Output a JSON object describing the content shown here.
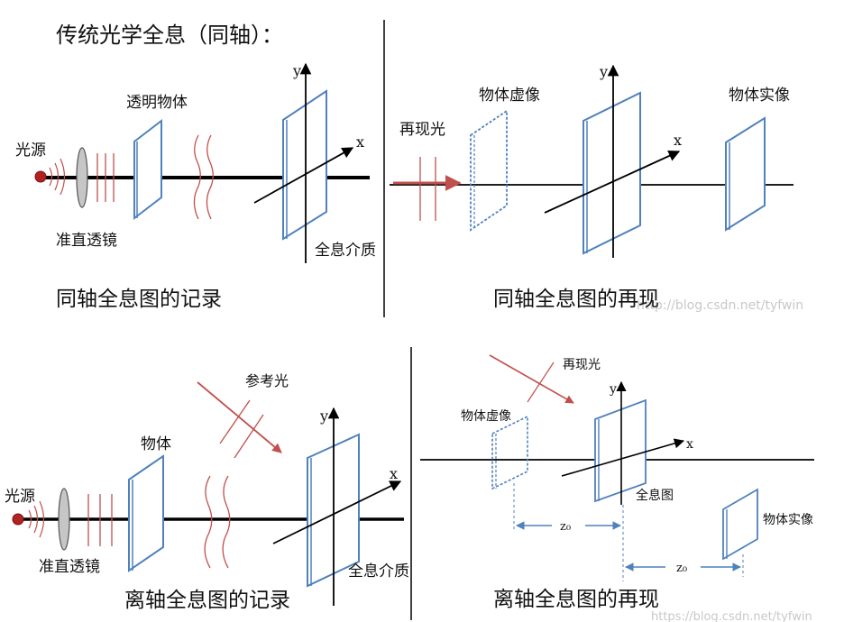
{
  "header": {
    "title": "传统光学全息（同轴）："
  },
  "panels": {
    "coaxial_record": {
      "caption": "同轴全息图的记录",
      "labels": {
        "light_source": "光源",
        "collimating_lens": "准直透镜",
        "transparent_object": "透明物体",
        "hologram_medium": "全息介质",
        "axis_x": "x",
        "axis_y": "y"
      }
    },
    "coaxial_reconstruct": {
      "caption": "同轴全息图的再现",
      "watermark": "http://blog.csdn.net/tyfwin",
      "labels": {
        "reconstruction_light": "再现光",
        "virtual_image": "物体虚像",
        "real_image": "物体实像",
        "axis_x": "x",
        "axis_y": "y"
      }
    },
    "offaxis_record": {
      "caption": "离轴全息图的记录",
      "labels": {
        "light_source": "光源",
        "collimating_lens": "准直透镜",
        "object": "物体",
        "reference_light": "参考光",
        "hologram_medium": "全息介质",
        "axis_x": "x",
        "axis_y": "y"
      }
    },
    "offaxis_reconstruct": {
      "caption": "离轴全息图的再现",
      "watermark": "https://blog.csdn.net/tyfwin",
      "labels": {
        "reconstruction_light": "再现光",
        "virtual_image": "物体虚像",
        "hologram": "全息图",
        "real_image": "物体实像",
        "distance_1": "z₀",
        "distance_2": "z₀",
        "axis_x": "x",
        "axis_y": "y"
      }
    }
  },
  "colors": {
    "beam_red": "#c0504d",
    "plate_blue": "#4f81bd",
    "dim_blue": "#4f81bd",
    "axis_black": "#000000"
  }
}
